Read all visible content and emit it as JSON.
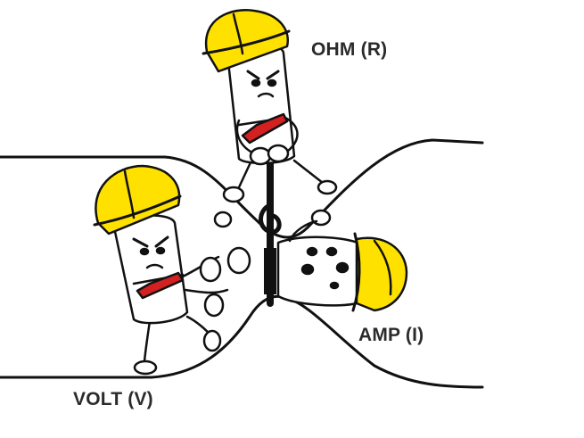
{
  "labels": {
    "ohm": "OHM (R)",
    "amp": "AMP (I)",
    "volt": "VOLT (V)"
  },
  "colors": {
    "helmet": "#ffe100",
    "tie": "#d32020",
    "outline": "#111111",
    "background": "#ffffff",
    "text": "#2b2b2b"
  }
}
